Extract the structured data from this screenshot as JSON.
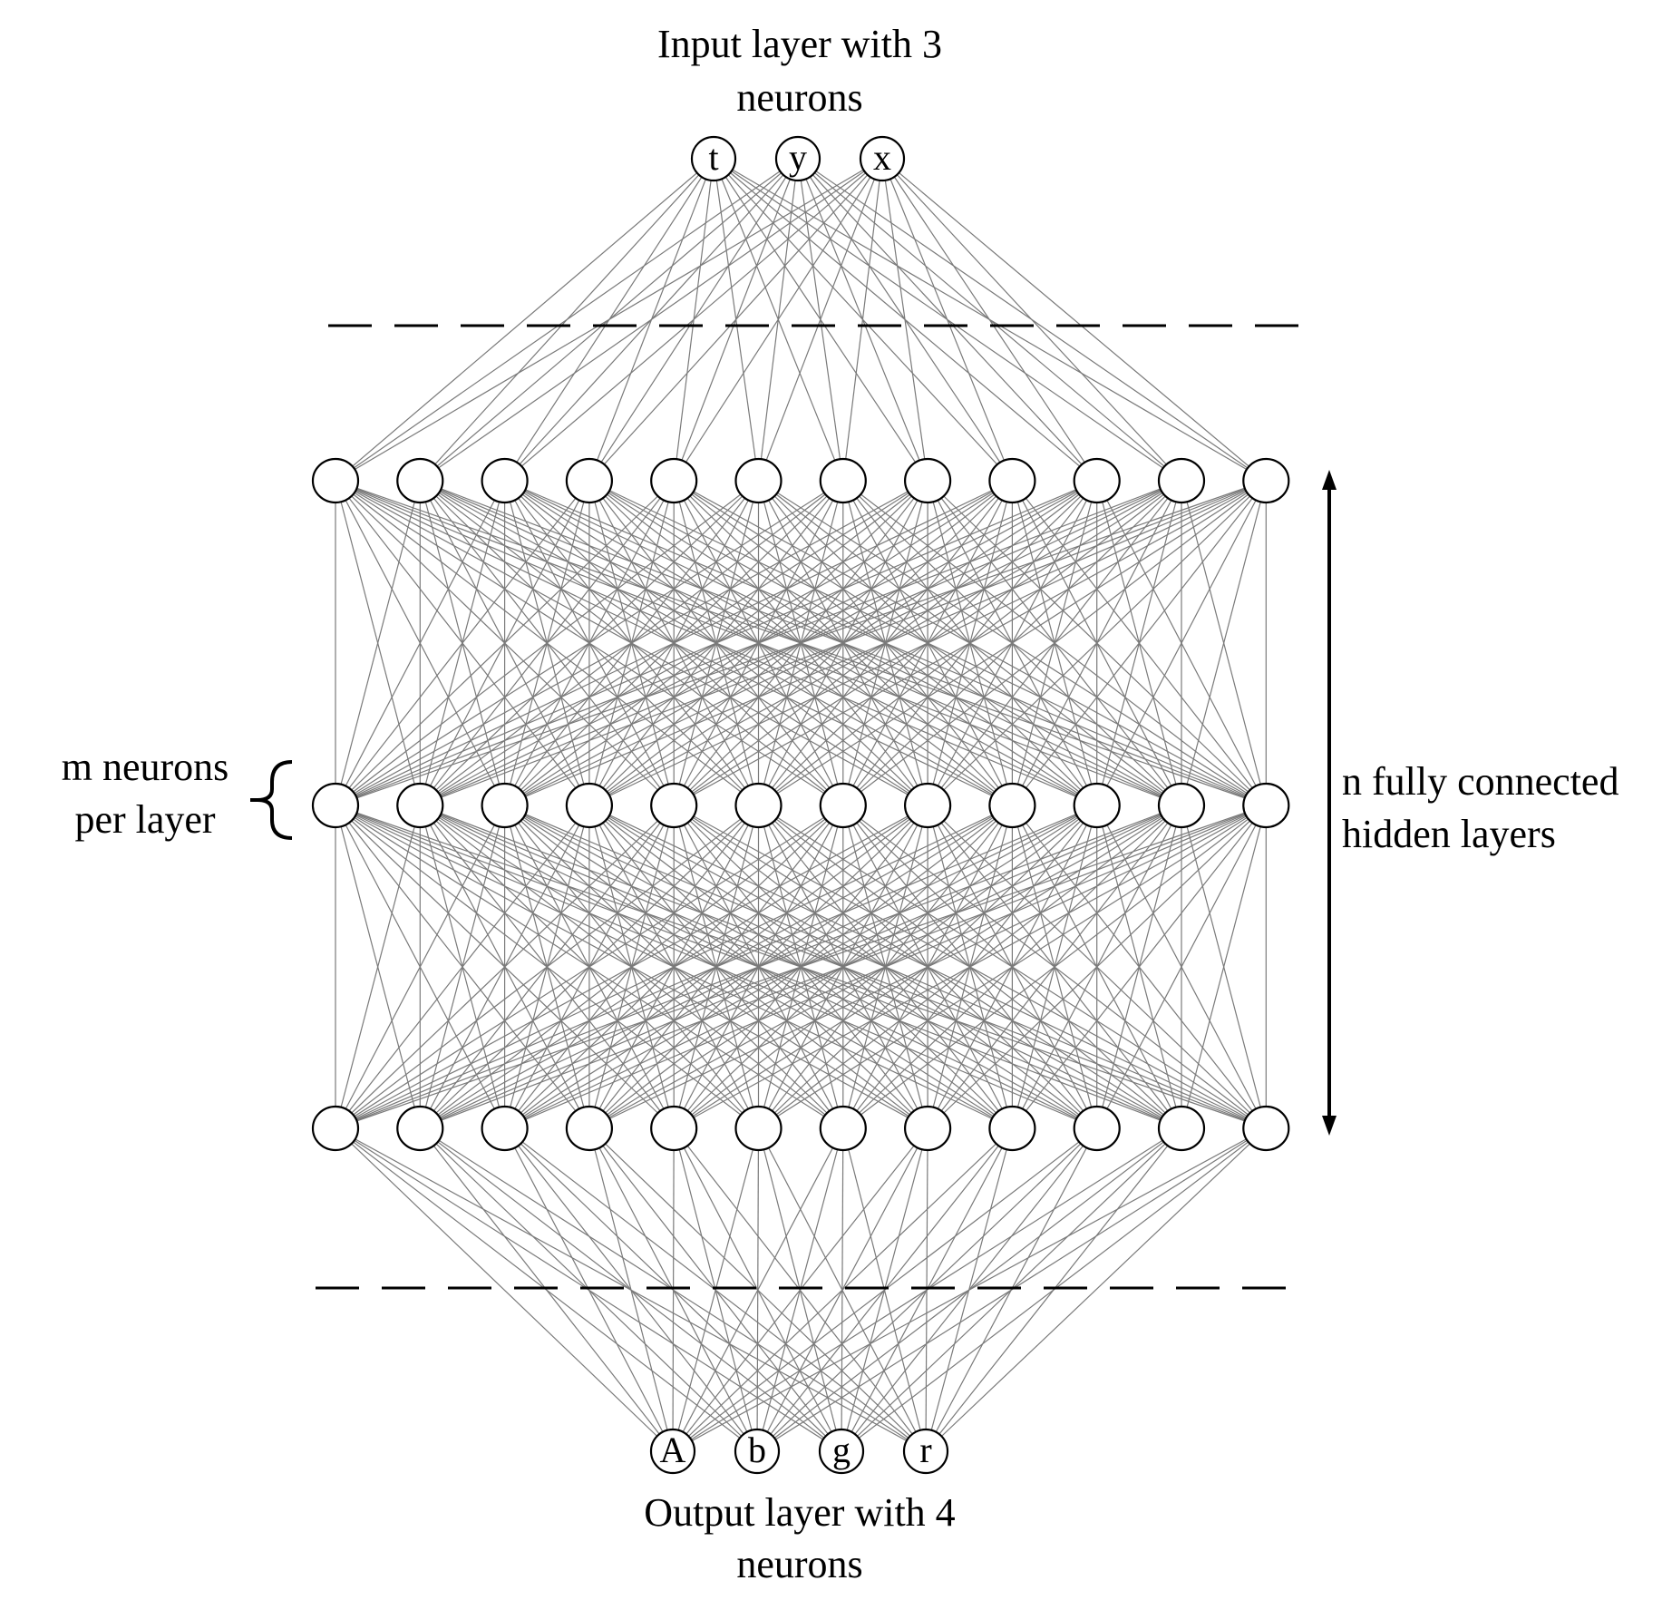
{
  "input_layer": {
    "caption_line1": "Input layer with 3",
    "caption_line2": "neurons",
    "neurons": [
      "t",
      "y",
      "x"
    ]
  },
  "output_layer": {
    "caption_line1": "Output layer with 4",
    "caption_line2": "neurons",
    "neurons": [
      "A",
      "b",
      "g",
      "r"
    ]
  },
  "hidden": {
    "layers_drawn": 3,
    "neurons_per_layer_drawn": 12,
    "width_label_line1": "m neurons",
    "width_label_line2": "per layer",
    "depth_label_line1": "n fully connected",
    "depth_label_line2": "hidden layers"
  },
  "colors": {
    "connection": "#7a7a7a",
    "outline": "#000000",
    "background": "#ffffff"
  }
}
